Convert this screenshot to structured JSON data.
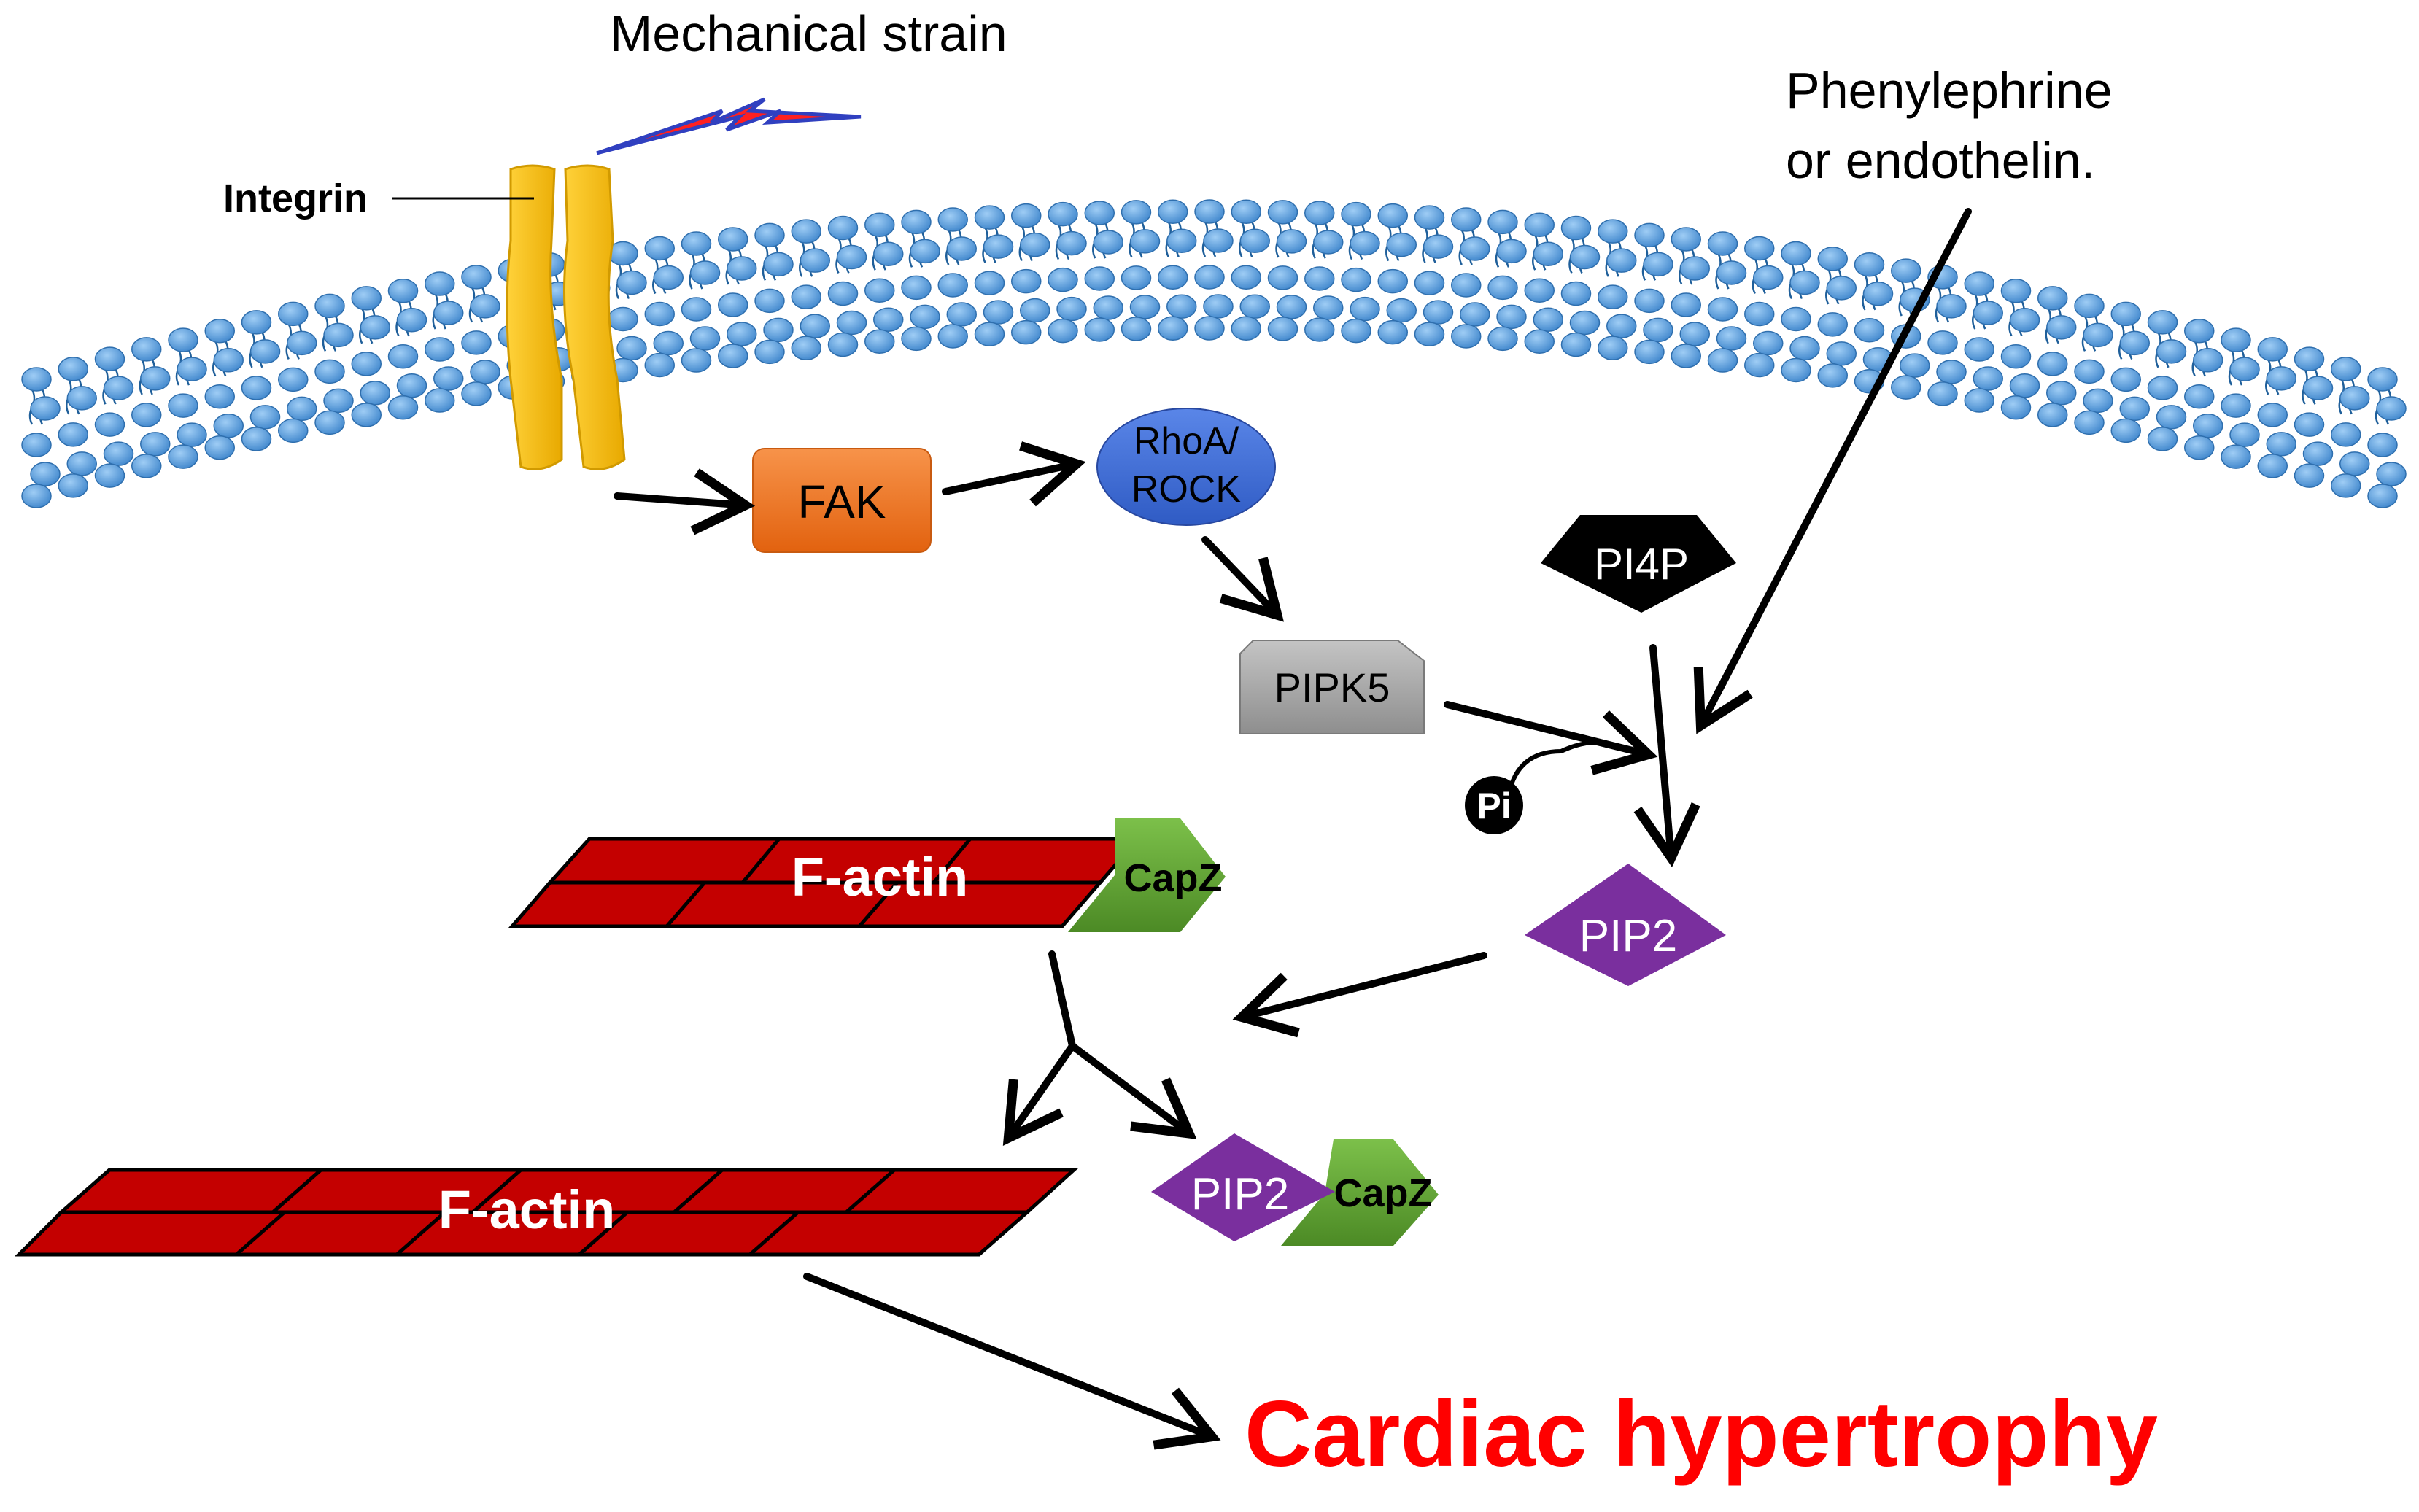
{
  "labels": {
    "mechanical_strain": "Mechanical strain",
    "integrin": "Integrin",
    "agonist_line1": "Phenylephrine",
    "agonist_line2": "or endothelin.",
    "fak": "FAK",
    "rhoa_line1": "RhoA/",
    "rhoa_line2": "ROCK",
    "pipk5": "PIPK5",
    "pi4p": "PI4P",
    "pi": "Pi",
    "pip2": "PIP2",
    "factin_top": "F-actin",
    "capz_top": "CapZ",
    "factin_bottom": "F-actin",
    "complex_pip2": "PIP2",
    "complex_capz": "CapZ",
    "outcome": "Cardiac hypertrophy"
  },
  "colors": {
    "lipid_head": "#4a90d0",
    "integrin": "#f5b800",
    "fak": "#f07a22",
    "rhoa": "#3b6bd6",
    "pipk5": "#a8a8a8",
    "pi4p": "#000000",
    "pip2": "#7a2f9e",
    "actin": "#c40000",
    "capz": "#5fa032",
    "strain_bolt": "#ff2020",
    "outcome": "#ff0000"
  }
}
